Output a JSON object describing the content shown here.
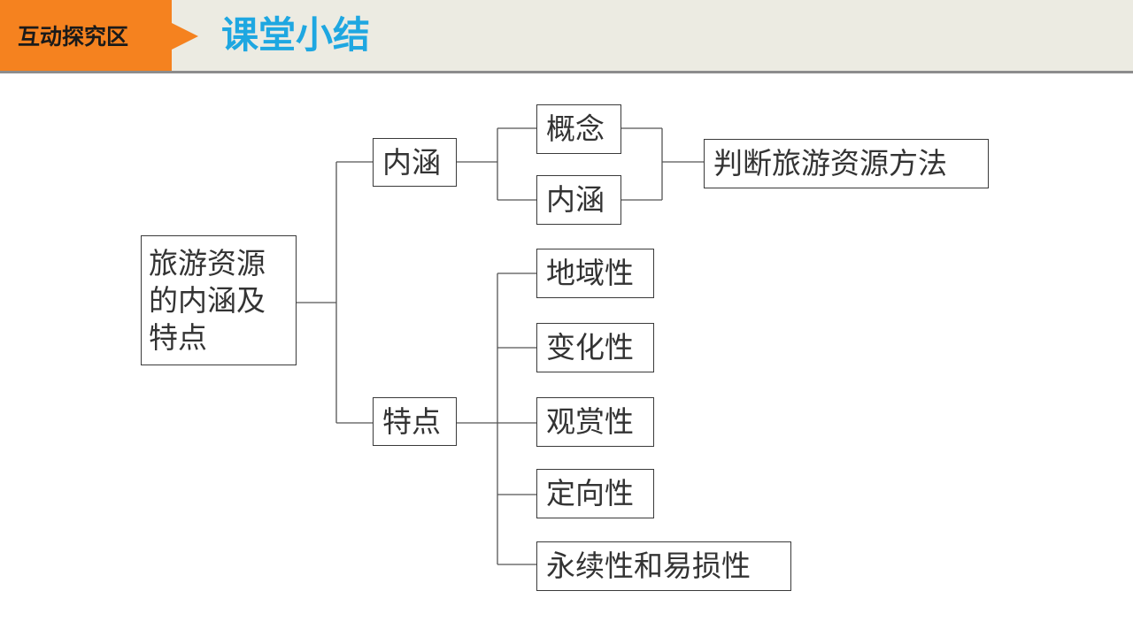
{
  "header": {
    "section_tag": "互动探究区",
    "title": "课堂小结"
  },
  "colors": {
    "accent_orange": "#f5821f",
    "title_blue": "#1ea7e1",
    "header_bg": "#ecebe2"
  },
  "diagram": {
    "root": "旅游资源的内涵及特点",
    "branch_content": "内涵",
    "branch_features": "特点",
    "content_items": [
      "概念",
      "内涵"
    ],
    "content_result": "判断旅游资源方法",
    "feature_items": [
      "地域性",
      "变化性",
      "观赏性",
      "定向性",
      "永续性和易损性"
    ]
  }
}
